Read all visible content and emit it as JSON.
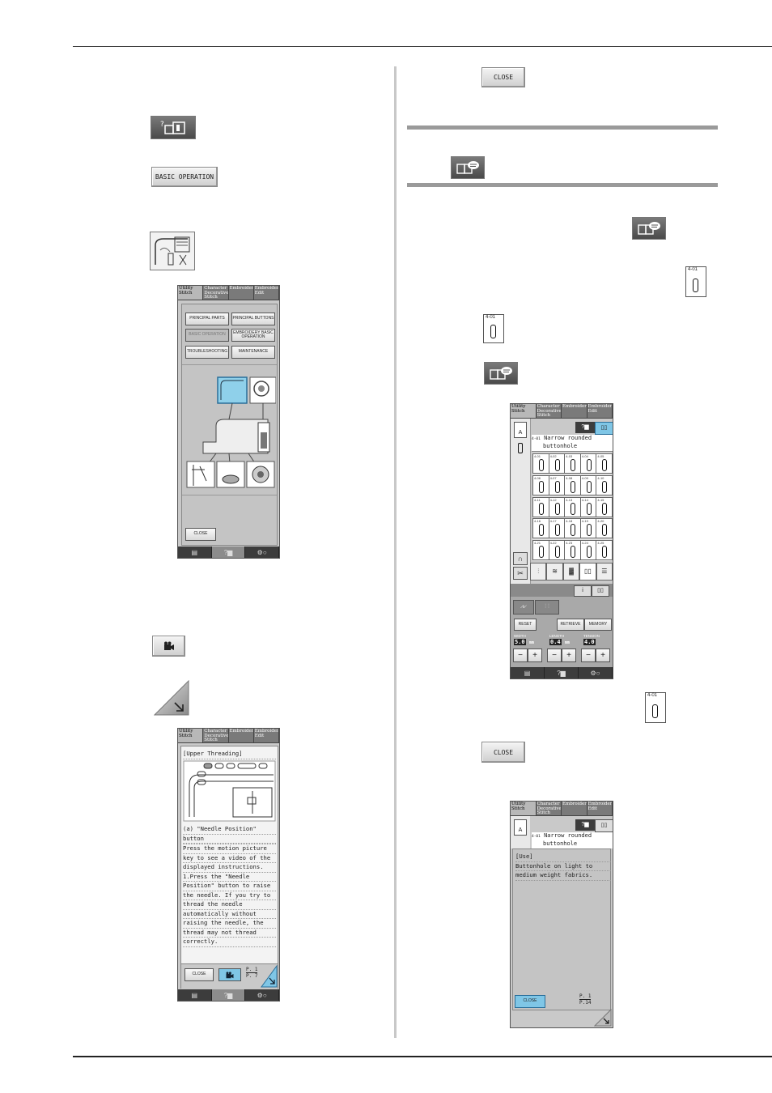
{
  "left_buttons": {
    "basic_operation": "BASIC OPERATION"
  },
  "help_screen": {
    "tabs": [
      "Utility Stitch",
      "Character Decorative Stitch",
      "Embroidery",
      "Embroidery Edit"
    ],
    "buttons": [
      "PRINCIPAL PARTS",
      "PRINCIPAL BUTTONS",
      "BASIC OPERATION",
      "EMBROIDERY BASIC OPERATION",
      "TROUBLESHOOTING",
      "MAINTENANCE"
    ],
    "close": "CLOSE"
  },
  "threading_screen": {
    "tabs": [
      "Utility Stitch",
      "Character Decorative Stitch",
      "Embroidery",
      "Embroidery Edit"
    ],
    "heading": "[Upper Threading]",
    "lines": [
      "(a) \"Needle Position\"",
      "button",
      "",
      "Press the motion picture",
      "key to see a video of the",
      "displayed instructions.",
      "1.Press the \"Needle",
      "Position\" button to raise",
      "the needle. If you try to",
      "thread the needle",
      "automatically without",
      "raising the needle, the",
      "thread may not thread",
      "correctly."
    ],
    "close": "CLOSE",
    "page_current": "P. 1",
    "page_total": "P. 7"
  },
  "right_buttons": {
    "close_top": "CLOSE",
    "close_mid": "CLOSE",
    "stitch_code": "4-01"
  },
  "stitch_screen": {
    "tabs": [
      "Utility Stitch",
      "Character Decorative Stitch",
      "Embroidery",
      "Embroidery Edit"
    ],
    "code": "4-01",
    "name_line1": "Narrow rounded",
    "name_line2": "buttonhole",
    "stitch_codes": [
      "4-01",
      "4-02",
      "4-03",
      "4-04",
      "4-05",
      "4-06",
      "4-07",
      "4-08",
      "4-09",
      "4-10",
      "4-11",
      "4-12",
      "4-13",
      "4-14",
      "4-15",
      "4-16",
      "4-17",
      "4-18",
      "4-19",
      "4-20",
      "4-21",
      "4-22",
      "4-23",
      "4-24",
      "4-25"
    ],
    "reset": "RESET",
    "retrieve": "RETRIEVE",
    "memory": "MEMORY",
    "width_label": "WIDTH",
    "length_label": "LENGTH",
    "tension_label": "TENSION",
    "width_value": "5.0",
    "length_value": "0.4",
    "tension_value": "4.0",
    "unit": "mm",
    "minus": "−",
    "plus": "+"
  },
  "use_screen": {
    "tabs": [
      "Utility Stitch",
      "Character Decorative Stitch",
      "Embroidery",
      "Embroidery Edit"
    ],
    "code": "4-01",
    "name_line1": "Narrow rounded",
    "name_line2": "buttonhole",
    "heading": "[Use]",
    "lines": [
      "Buttonhole on light to",
      "medium weight fabrics."
    ],
    "close": "CLOSE",
    "page_current": "P. 1",
    "page_total": "P.14"
  },
  "icons": [
    "help-icon",
    "basic-operation-icon",
    "machine-threading-icon",
    "motion-picture-icon",
    "next-page-icon",
    "stitch-explanation-icon",
    "buttonhole-stitch-icon"
  ]
}
